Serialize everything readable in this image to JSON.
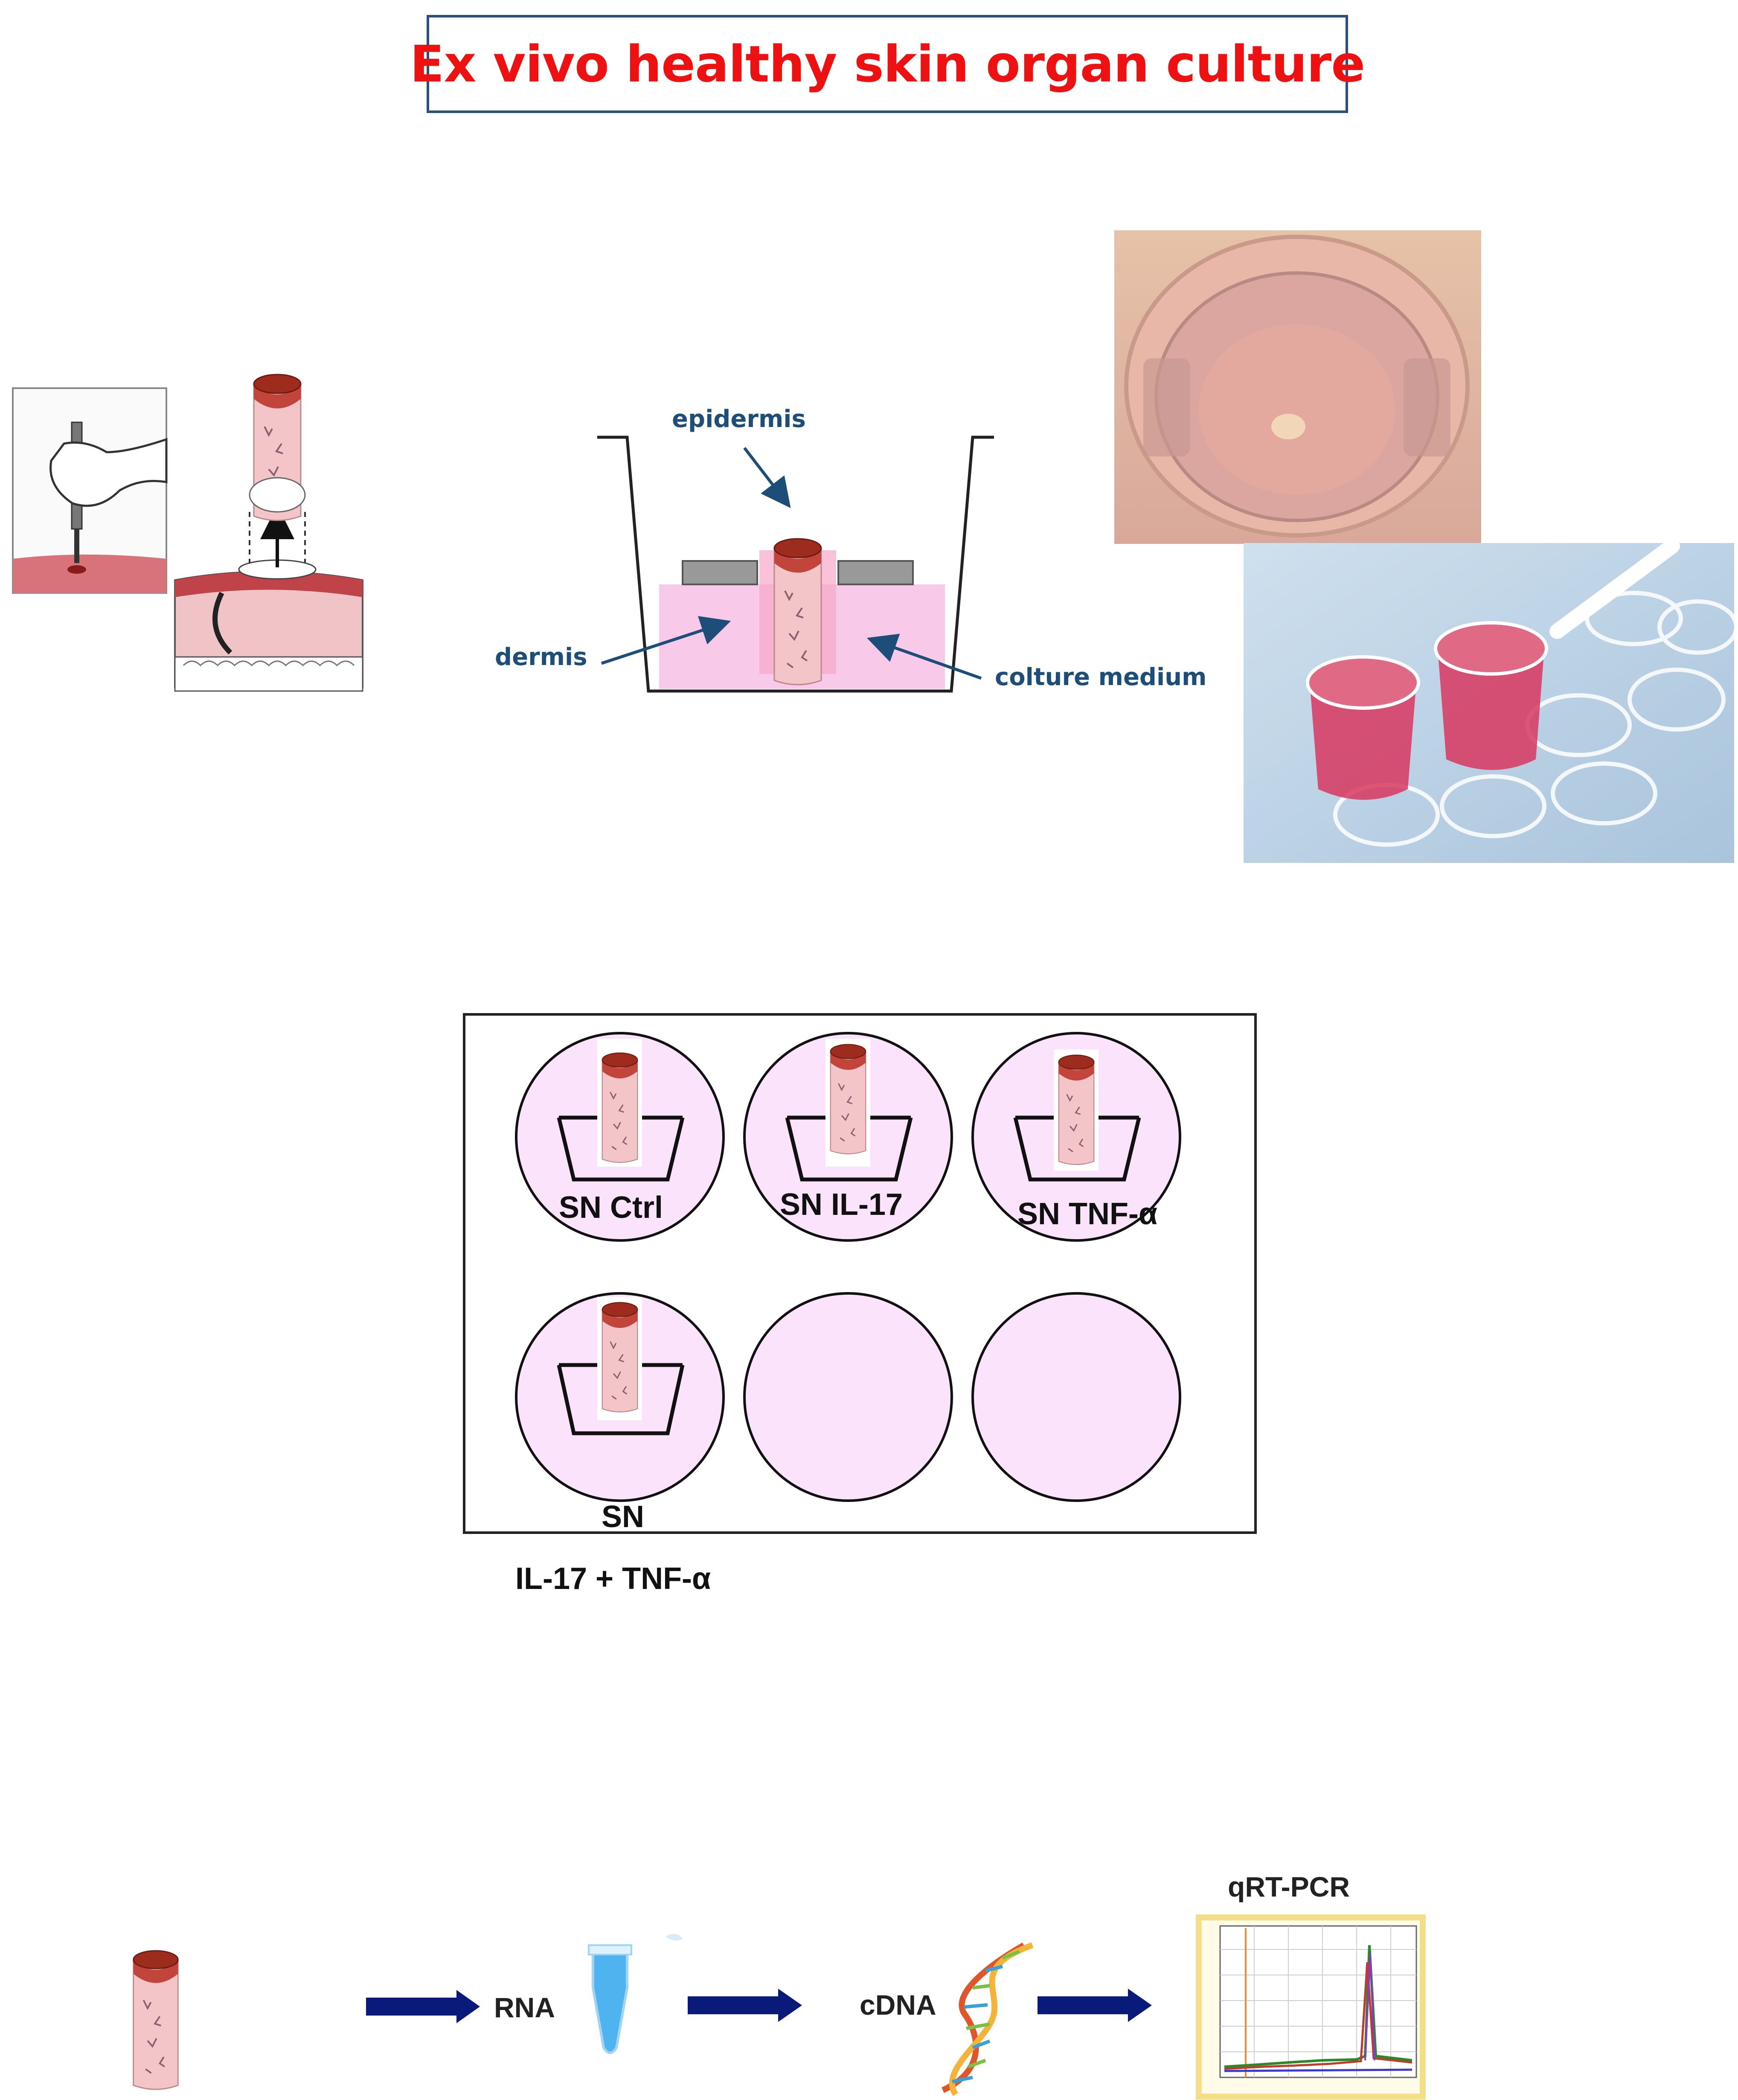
{
  "title": "Ex vivo healthy skin organ culture",
  "insert_diagram": {
    "epidermis": "epidermis",
    "dermis": "dermis",
    "medium": "colture medium"
  },
  "plate": {
    "wells": [
      {
        "label": "SN Ctrl"
      },
      {
        "label": "SN IL-17"
      },
      {
        "label": "SN TNF-α"
      },
      {
        "label": "SN"
      },
      {
        "label": ""
      },
      {
        "label": ""
      }
    ],
    "below_label": "IL-17 + TNF-α"
  },
  "workflow": {
    "steps": [
      "RNA",
      "cDNA",
      "qRT-PCR"
    ]
  },
  "colors": {
    "title": "#ee1111",
    "title_border": "#2c4f7c",
    "label_blue": "#1d4e7a",
    "well_fill": "#fce3fc",
    "arrow_navy": "#0a1a7a",
    "skin_dark": "#a0301e",
    "skin_pink": "#f2bfc4"
  }
}
